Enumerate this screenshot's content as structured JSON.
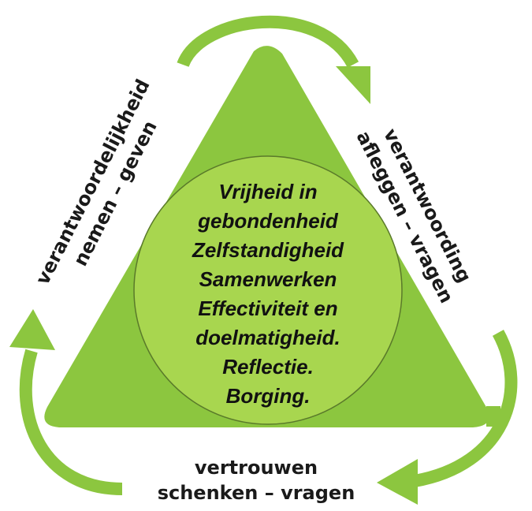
{
  "colors": {
    "triangle": "#8cc63f",
    "circle": "#a8d64f",
    "arrow": "#8cc63f",
    "text": "#111111"
  },
  "center_lines": [
    "Vrijheid in",
    "gebondenheid",
    "Zelfstandigheid",
    "Samenwerken",
    "Effectiviteit en",
    "doelmatigheid.",
    "Reflectie.",
    "Borging."
  ],
  "labels": {
    "left": {
      "line1": "verantwoordelijkheid",
      "line2": "nemen – geven"
    },
    "right": {
      "line1": "verantwoording",
      "line2": "afleggen – vragen"
    },
    "bottom": {
      "line1": "vertrouwen",
      "line2": "schenken – vragen"
    }
  },
  "icons": [
    "cycle-arrow-top",
    "cycle-arrow-right",
    "cycle-arrow-left"
  ]
}
